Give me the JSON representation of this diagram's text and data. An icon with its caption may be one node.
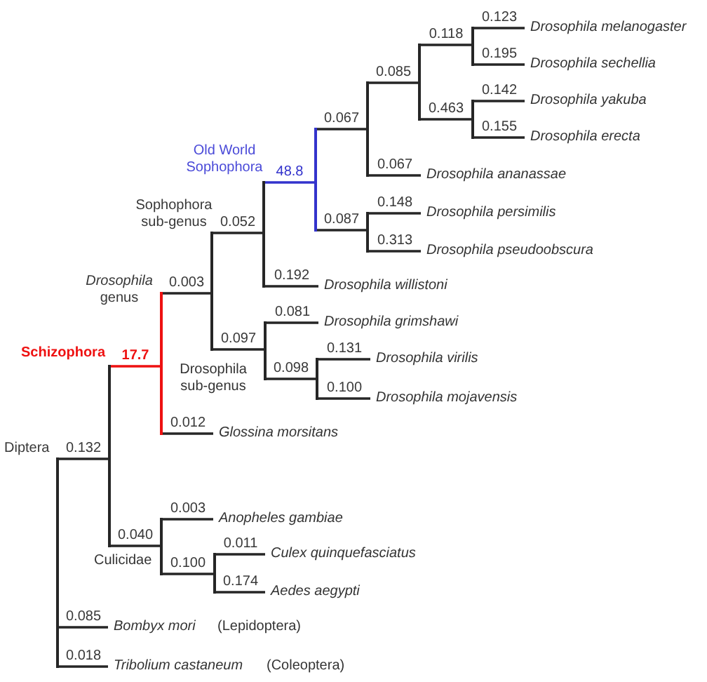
{
  "diagram": {
    "nodes": [
      {
        "text": [],
        "shape": "bar"
      },
      {
        "text": [],
        "shape": "bar"
      },
      {
        "text": [],
        "shape": "bar"
      },
      {
        "text": [],
        "shape": "bar"
      },
      {
        "text": [],
        "shape": "bar"
      },
      {
        "text": [],
        "shape": "bar"
      },
      {
        "text": [],
        "shape": "bar"
      },
      {
        "text": [],
        "shape": "bar"
      },
      {
        "text": [],
        "shape": "bar"
      },
      {
        "text": [
          "Drosophila melanogaster"
        ]
      },
      {
        "text": [
          "Drosophila sechellia"
        ]
      },
      {
        "text": [],
        "shape": "bar"
      },
      {
        "text": [
          "Drosophila yakuba"
        ]
      },
      {
        "text": [
          "Drosophila erecta"
        ]
      },
      {
        "text": [
          "Drosophila ananassae"
        ]
      },
      {
        "text": [],
        "shape": "bar"
      },
      {
        "text": [
          "Drosophila persimilis"
        ]
      },
      {
        "text": [
          "Drosophila pseudoobscura"
        ]
      },
      {
        "text": [
          "Drosophila willistoni"
        ]
      },
      {
        "text": [],
        "shape": "bar",
        "beside": [
          "Drosophila sub-genus"
        ]
      },
      {
        "text": [
          "Drosophila grimshawi"
        ]
      },
      {
        "text": [],
        "shape": "bar"
      },
      {
        "text": [
          "Drosophila virilis"
        ]
      },
      {
        "text": [
          "Drosophila mojavensis"
        ]
      },
      {
        "text": [
          "Glossina morsitans"
        ]
      },
      {
        "text": [],
        "shape": "bar",
        "beside": [
          "Culicidae"
        ]
      },
      {
        "text": [
          "Anopheles gambiae"
        ]
      },
      {
        "text": [],
        "shape": "bar"
      },
      {
        "text": [
          "Culex quinquefasciatus"
        ]
      },
      {
        "text": [
          "Aedes aegypti"
        ]
      },
      {
        "text": [
          "Bombyx mori"
        ],
        "beside": [
          "(Lepidoptera)"
        ]
      },
      {
        "text": [
          "Tribolium castaneum"
        ],
        "beside": [
          "(Coleoptera)"
        ]
      }
    ],
    "edges": [
      {
        "from": 0,
        "to": 1,
        "arrow": "none",
        "label": "0.132"
      },
      {
        "from": 1,
        "to": 2,
        "arrow": "none",
        "label": "17.7",
        "color": "#ee1111"
      },
      {
        "from": 2,
        "to": 3,
        "arrow": "none",
        "label": "0.003"
      },
      {
        "from": 3,
        "to": 4,
        "arrow": "none",
        "label": "0.052"
      },
      {
        "from": 4,
        "to": 5,
        "arrow": "none",
        "label": "48.8",
        "color": "#3333cc"
      },
      {
        "from": 5,
        "to": 6,
        "arrow": "none",
        "label": "0.067"
      },
      {
        "from": 6,
        "to": 7,
        "arrow": "none",
        "label": "0.085"
      },
      {
        "from": 7,
        "to": 8,
        "arrow": "none",
        "label": "0.118"
      },
      {
        "from": 8,
        "to": 9,
        "arrow": "none",
        "label": "0.123"
      },
      {
        "from": 8,
        "to": 10,
        "arrow": "none",
        "label": "0.195"
      },
      {
        "from": 7,
        "to": 11,
        "arrow": "none",
        "label": "0.463"
      },
      {
        "from": 11,
        "to": 12,
        "arrow": "none",
        "label": "0.142"
      },
      {
        "from": 11,
        "to": 13,
        "arrow": "none",
        "label": "0.155"
      },
      {
        "from": 6,
        "to": 14,
        "arrow": "none",
        "label": "0.067"
      },
      {
        "from": 5,
        "to": 15,
        "arrow": "none",
        "label": "0.087"
      },
      {
        "from": 15,
        "to": 16,
        "arrow": "none",
        "label": "0.148"
      },
      {
        "from": 15,
        "to": 17,
        "arrow": "none",
        "label": "0.313"
      },
      {
        "from": 4,
        "to": 18,
        "arrow": "none",
        "label": "0.192"
      },
      {
        "from": 3,
        "to": 19,
        "arrow": "none",
        "label": "0.097"
      },
      {
        "from": 19,
        "to": 20,
        "arrow": "none",
        "label": "0.081"
      },
      {
        "from": 19,
        "to": 21,
        "arrow": "none",
        "label": "0.098"
      },
      {
        "from": 21,
        "to": 22,
        "arrow": "none",
        "label": "0.131"
      },
      {
        "from": 21,
        "to": 23,
        "arrow": "none",
        "label": "0.100"
      },
      {
        "from": 2,
        "to": 24,
        "arrow": "none",
        "label": "0.012"
      },
      {
        "from": 1,
        "to": 25,
        "arrow": "none",
        "label": "0.040"
      },
      {
        "from": 25,
        "to": 26,
        "arrow": "none",
        "label": "0.003"
      },
      {
        "from": 25,
        "to": 27,
        "arrow": "none",
        "label": "0.100"
      },
      {
        "from": 27,
        "to": 28,
        "arrow": "none",
        "label": "0.011"
      },
      {
        "from": 27,
        "to": 29,
        "arrow": "none",
        "label": "0.174"
      },
      {
        "from": 0,
        "to": 30,
        "arrow": "none",
        "label": "0.085"
      },
      {
        "from": 0,
        "to": 31,
        "arrow": "none",
        "label": "0.018"
      }
    ],
    "labels": [
      "Old World Sophophora",
      "Sophophora sub-genus",
      "*Drosophila* genus",
      "Schizophora",
      "Diptera"
    ]
  }
}
